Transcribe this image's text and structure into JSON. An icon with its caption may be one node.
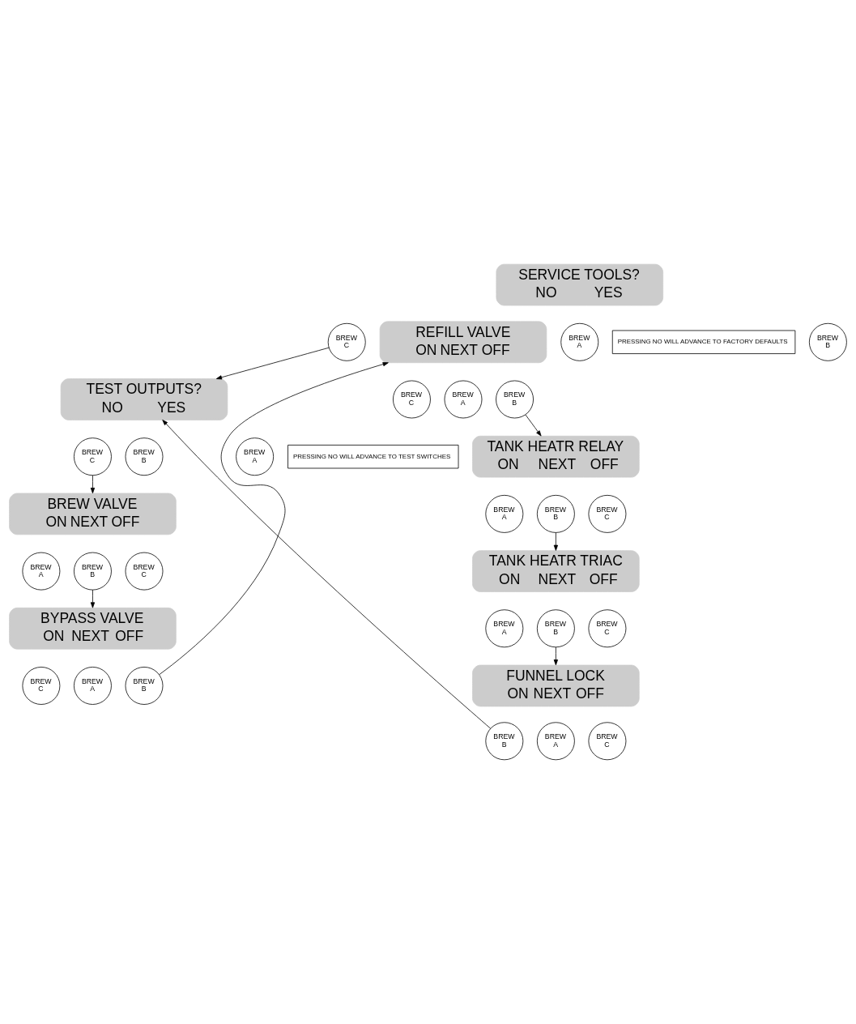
{
  "diagram": {
    "nodes": [
      {
        "text": [
          "SERVICE TOOLS?",
          "NO",
          "YES"
        ]
      },
      {
        "text": [
          "PRESSING NO WILL ADVANCE TO FACTORY DEFAULTS"
        ]
      },
      {
        "text": [
          "BREW A"
        ]
      },
      {
        "text": [
          "BREW B"
        ]
      },
      {
        "text": [
          "BREW C"
        ]
      },
      {
        "text": [
          "TEST OUTPUTS?",
          "NO",
          "YES"
        ]
      },
      {
        "text": [
          "PRESSING NO WILL ADVANCE TO TEST SWITCHES"
        ]
      },
      {
        "text": [
          "BREW A"
        ]
      },
      {
        "text": [
          "BREW B"
        ]
      },
      {
        "text": [
          "BREW C"
        ]
      },
      {
        "text": [
          "BREW VALVE",
          "ON",
          "NEXT",
          "OFF"
        ]
      },
      {
        "text": [
          "BREW A"
        ]
      },
      {
        "text": [
          "BREW B"
        ]
      },
      {
        "text": [
          "BREW C"
        ]
      },
      {
        "text": [
          "BYPASS VALVE",
          "ON",
          "NEXT",
          "OFF"
        ]
      },
      {
        "text": [
          "BREW A"
        ]
      },
      {
        "text": [
          "BREW B"
        ]
      },
      {
        "text": [
          "BREW C"
        ]
      },
      {
        "text": [
          "REFILL VALVE",
          "ON",
          "NEXT",
          "OFF"
        ]
      },
      {
        "text": [
          "BREW A"
        ]
      },
      {
        "text": [
          "BREW B"
        ]
      },
      {
        "text": [
          "BREW C"
        ]
      },
      {
        "text": [
          "TANK HEATR RELAY",
          "ON",
          "NEXT",
          "OFF"
        ]
      },
      {
        "text": [
          "BREW A"
        ]
      },
      {
        "text": [
          "BREW B"
        ]
      },
      {
        "text": [
          "BREW C"
        ]
      },
      {
        "text": [
          "TANK HEATR TRIAC",
          "ON",
          "NEXT",
          "OFF"
        ]
      },
      {
        "text": [
          "BREW A"
        ]
      },
      {
        "text": [
          "BREW B"
        ]
      },
      {
        "text": [
          "BREW C"
        ]
      },
      {
        "text": [
          "FUNNEL LOCK",
          "ON",
          "NEXT",
          "OFF"
        ]
      },
      {
        "text": [
          "BREW A"
        ]
      },
      {
        "text": [
          "BREW B"
        ]
      },
      {
        "text": [
          "BREW C"
        ]
      }
    ],
    "edges": [
      {
        "from": 4,
        "to": 5,
        "arrow": "to"
      },
      {
        "from": 32,
        "to": 5,
        "arrow": "to"
      },
      {
        "from": 9,
        "to": 10,
        "arrow": "to"
      },
      {
        "from": 12,
        "to": 14,
        "arrow": "to"
      },
      {
        "from": 16,
        "to": 18,
        "arrow": "to"
      },
      {
        "from": 20,
        "to": 22,
        "arrow": "to"
      },
      {
        "from": 24,
        "to": 26,
        "arrow": "to"
      },
      {
        "from": 28,
        "to": 30,
        "arrow": "to"
      }
    ]
  }
}
